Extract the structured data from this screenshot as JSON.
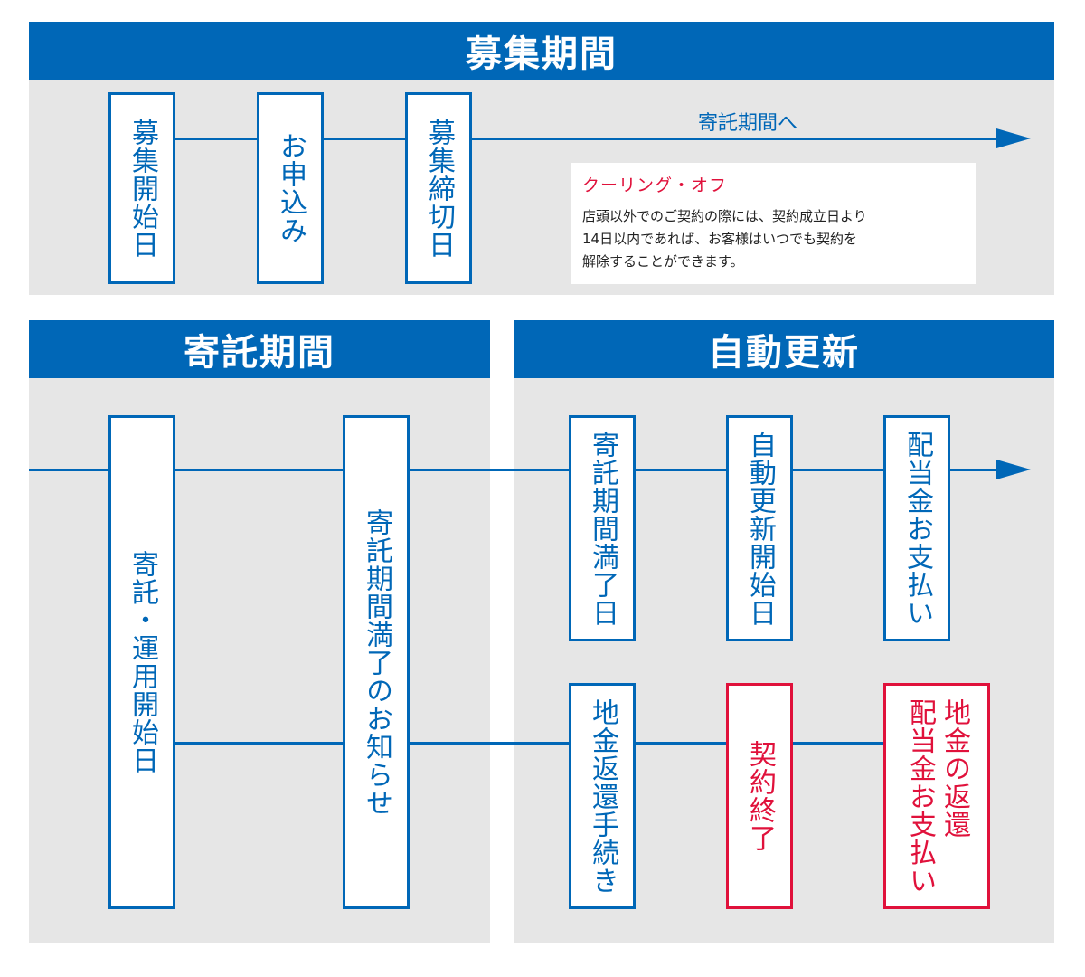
{
  "colors": {
    "accent": "#0067b7",
    "alert": "#e0113b",
    "panel": "#e6e6e6"
  },
  "recruitment": {
    "title": "募集期間",
    "steps": [
      "募集開始日",
      "お申込み",
      "募集締切日"
    ],
    "arrow_label": "寄託期間へ",
    "cooling_off": {
      "title": "クーリング・オフ",
      "body_lines": [
        "店頭以外でのご契約の際には、契約成立日より",
        "14日以内であれば、お客様はいつでも契約を",
        "解除することができます。"
      ]
    }
  },
  "deposit": {
    "title": "寄託期間",
    "steps": [
      "寄託・運用開始日",
      "寄託期間満了のお知らせ"
    ]
  },
  "renewal": {
    "title": "自動更新",
    "top_steps": [
      "寄託期間満了日",
      "自動更新開始日",
      "配当金お支払い"
    ],
    "bottom_steps": [
      "地金返還手続き",
      "契約終了",
      "地金の返還\n配当金お支払い"
    ]
  }
}
